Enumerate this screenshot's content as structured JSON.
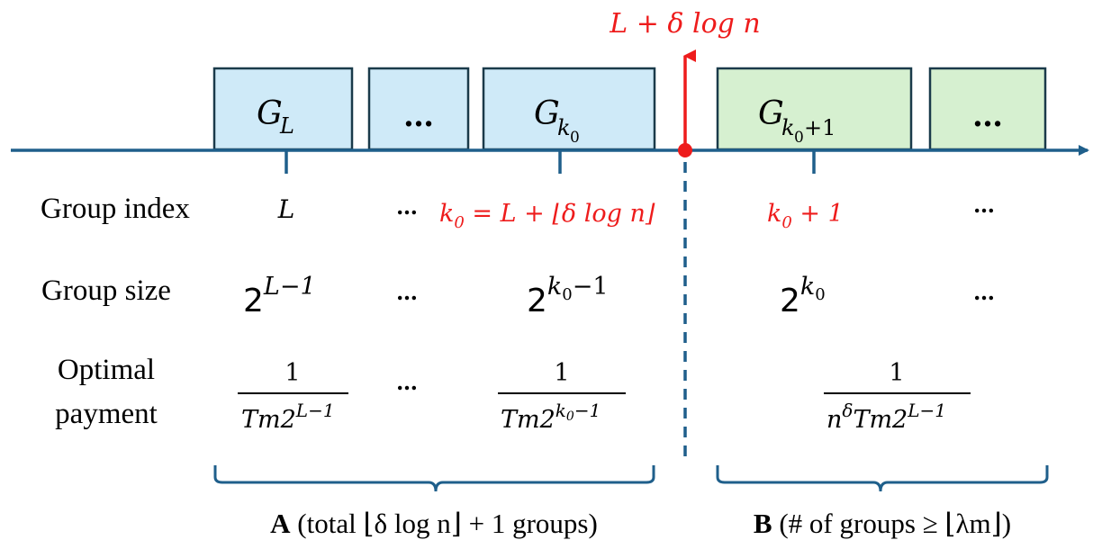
{
  "top_label": {
    "main": "L + δ log",
    "var": "n"
  },
  "boxes": [
    {
      "base": "G",
      "sub": "L"
    },
    {
      "text": "…"
    },
    {
      "base": "G",
      "sub": "k",
      "subsub": "0"
    },
    {
      "base": "G",
      "sub": "k",
      "subsub": "0",
      "subtail": "+1"
    },
    {
      "text": "…"
    }
  ],
  "row_labels": {
    "index": "Group index",
    "size": "Group size",
    "payment_line1": "Optimal",
    "payment_line2": "payment"
  },
  "index_row": {
    "c1": "L",
    "c2": "…",
    "c3_main": "k",
    "c3_sub": "0",
    "c3_rest": " = L + ⌊δ log n⌋",
    "c4_main": "k",
    "c4_sub": "0",
    "c4_rest": " + 1",
    "c5": "…"
  },
  "size_row": {
    "c1_base": "2",
    "c1_exp": "L−1",
    "c2": "…",
    "c3_base": "2",
    "c3_exp_main": "k",
    "c3_exp_sub": "0",
    "c3_exp_rest": "−1",
    "c4_base": "2",
    "c4_exp_main": "k",
    "c4_exp_sub": "0",
    "c5": "…"
  },
  "payment_row": {
    "c1_num": "1",
    "c1_den": "Tm2",
    "c1_den_exp": "L−1",
    "c2": "…",
    "c3_num": "1",
    "c3_den": "Tm2",
    "c3_den_exp_main": "k",
    "c3_den_exp_sub": "0",
    "c3_den_exp_rest": "−1",
    "c4_num": "1",
    "c4_den_pre": "n",
    "c4_den_pre_exp": "δ",
    "c4_den": "Tm2",
    "c4_den_exp": "L−1"
  },
  "bottom": {
    "a_bold": "A",
    "a_rest": " (total ⌊δ log n⌋ + 1 groups)",
    "b_bold": "B",
    "b_rest": " (# of groups ≥ ⌊λm⌋)"
  },
  "colors": {
    "axis": "#1f5f8b",
    "blue_box": "#cfeaf8",
    "green_box": "#d6f0d0",
    "box_border": "#1a3a4a",
    "red": "#ee1c1c",
    "text": "#000000"
  }
}
